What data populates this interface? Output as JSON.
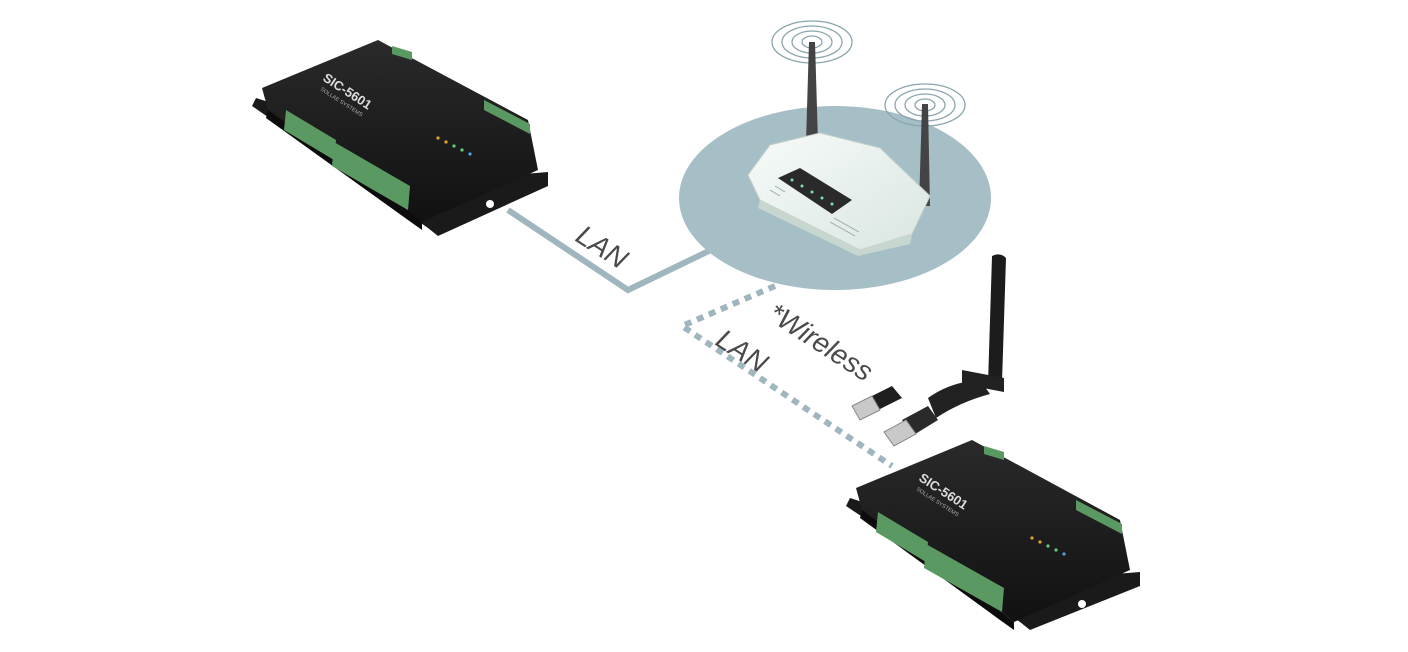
{
  "labels": {
    "lan": "LAN",
    "wireless_line1": "*Wireless",
    "wireless_line2": "LAN"
  },
  "devices": [
    {
      "id": "controller-top",
      "model": "SIC-5601",
      "brand": "SOLLAE SYSTEMS"
    },
    {
      "id": "controller-bottom",
      "model": "SIC-5601",
      "brand": "SOLLAE SYSTEMS"
    }
  ],
  "colors": {
    "link": "#9fb6bf",
    "router_zone": "#a6bfc6",
    "terminal_green": "#5a9a62",
    "device_body": "#1b1b1b"
  }
}
